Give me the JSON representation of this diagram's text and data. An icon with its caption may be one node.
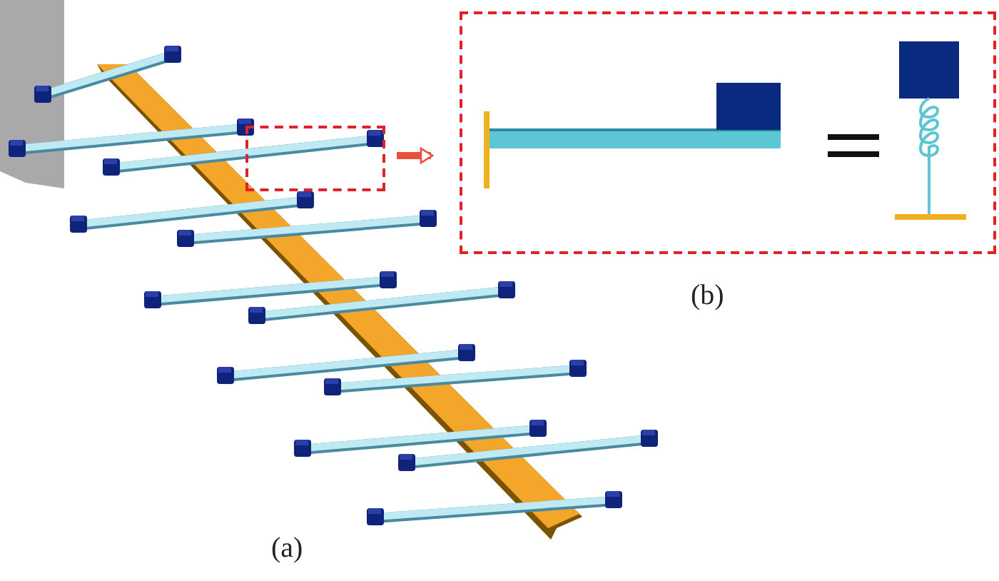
{
  "diagram": {
    "nodes": [
      {
        "text": [],
        "shape": "box"
      },
      {
        "text": [],
        "shape": "box"
      }
    ],
    "edges": [
      {
        "from": 0,
        "to": 1,
        "arrow": "to"
      }
    ],
    "labels": [
      "(b)",
      "(a)"
    ]
  }
}
